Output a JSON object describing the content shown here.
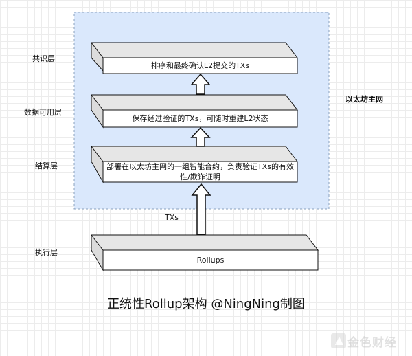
{
  "layers": [
    {
      "label": "共识层"
    },
    {
      "label": "数据可用层"
    },
    {
      "label": "结算层"
    },
    {
      "label": "执行层"
    }
  ],
  "boxes": [
    {
      "text": "排序和最终确认L2提交的TXs"
    },
    {
      "text": "保存经过验证的TXs，可随时重建L2状态"
    },
    {
      "text": "部署在以太坊主网的一组智能合约，负责验证TXs的有效性/欺诈证明"
    },
    {
      "text": "Rollups"
    }
  ],
  "side_label": "以太坊主网",
  "arrow_label": "TXs",
  "caption": "正统性Rollup架构 @NingNing制图",
  "watermark": "金色财经",
  "colors": {
    "region_fill": "#dae8fc",
    "region_border": "#8aa0bd",
    "box_top": "#e6e6e6",
    "box_side": "#dcdcdc",
    "box_stroke": "#111111"
  }
}
